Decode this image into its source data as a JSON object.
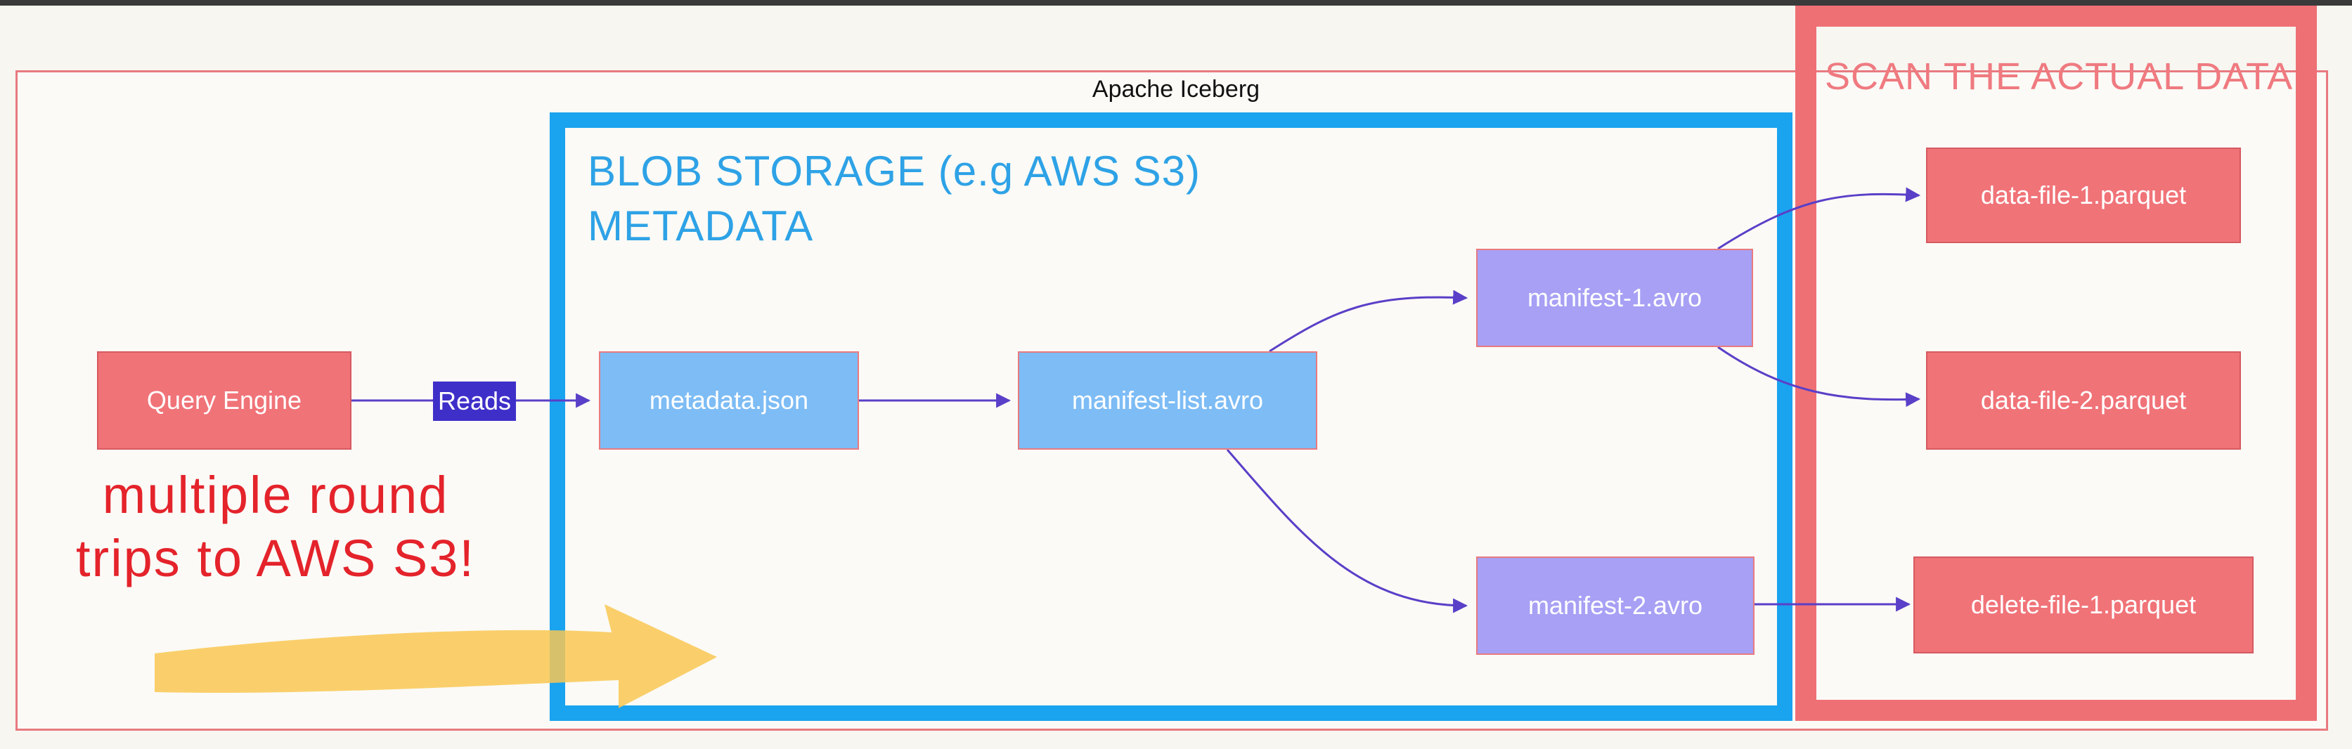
{
  "frame": {
    "title": "Apache Iceberg"
  },
  "blob": {
    "title_line1": "BLOB STORAGE (e.g AWS S3)",
    "title_line2": "METADATA"
  },
  "scan": {
    "title": "SCAN THE ACTUAL DATA"
  },
  "nodes": {
    "query_engine": "Query Engine",
    "metadata_json": "metadata.json",
    "manifest_list": "manifest-list.avro",
    "manifest_1": "manifest-1.avro",
    "manifest_2": "manifest-2.avro",
    "data_file_1": "data-file-1.parquet",
    "data_file_2": "data-file-2.parquet",
    "delete_file_1": "delete-file-1.parquet"
  },
  "edges": {
    "reads_label": "Reads"
  },
  "callout": {
    "line1": "multiple round",
    "line2": "trips to AWS S3!"
  },
  "colors": {
    "frame_border": "#e87a80",
    "blob_border": "#1aa3ef",
    "scan_border": "#ee7075",
    "red_node": "#f07378",
    "blue_node": "#7dbcf5",
    "purple_node": "#a7a0f4",
    "edge": "#5a3fc8",
    "callout_text": "#e4232b",
    "arrow_annotation": "#f9c752"
  }
}
